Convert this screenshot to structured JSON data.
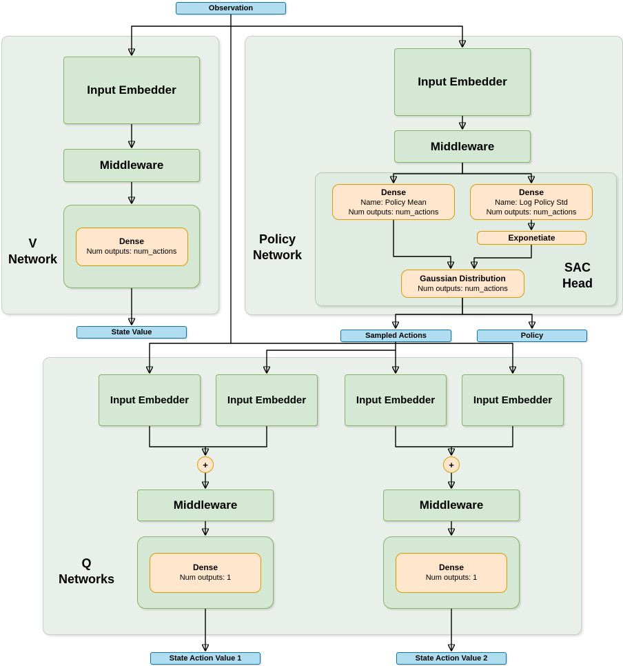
{
  "observation": {
    "label": "Observation"
  },
  "v_network": {
    "label": [
      "V",
      "Network"
    ],
    "input_embedder": "Input Embedder",
    "middleware": "Middleware",
    "dense": {
      "title": "Dense",
      "detail": "Num outputs: num_actions"
    },
    "output": {
      "label": "State Value"
    }
  },
  "policy_network": {
    "label": [
      "Policy",
      "Network"
    ],
    "input_embedder": "Input Embedder",
    "middleware": "Middleware",
    "sac_head": {
      "label": [
        "SAC",
        "Head"
      ],
      "dense_policy_mean": {
        "title": "Dense",
        "name": "Name: Policy Mean",
        "outputs": "Num outputs: num_actions"
      },
      "dense_log_policy_std": {
        "title": "Dense",
        "name": "Name: Log Policy Std",
        "outputs": "Num outputs: num_actions"
      },
      "exponentiate": "Exponetiate",
      "gaussian": {
        "title": "Gaussian Distribution",
        "outputs": "Num outputs: num_actions"
      }
    },
    "outputs": {
      "sampled_actions": "Sampled Actions",
      "policy": "Policy"
    }
  },
  "q_networks": {
    "label": [
      "Q",
      "Networks"
    ],
    "input_embedders": [
      "Input Embedder",
      "Input Embedder",
      "Input Embedder",
      "Input Embedder"
    ],
    "plus_symbol": "+",
    "middleware_1": "Middleware",
    "middleware_2": "Middleware",
    "dense_1": {
      "title": "Dense",
      "detail": "Num outputs: 1"
    },
    "dense_2": {
      "title": "Dense",
      "detail": "Num outputs: 1"
    },
    "outputs": [
      "State Action Value 1",
      "State Action Value 2"
    ]
  },
  "colors": {
    "blue_fill": "#b1ddf0",
    "blue_stroke": "#10739e",
    "green_fill": "#d5e8d4",
    "green_stroke": "#82b366",
    "orange_fill": "#ffe6cc",
    "orange_stroke": "#d79b00",
    "panel_fill": "#e9efe9",
    "arrow": "#000000"
  }
}
